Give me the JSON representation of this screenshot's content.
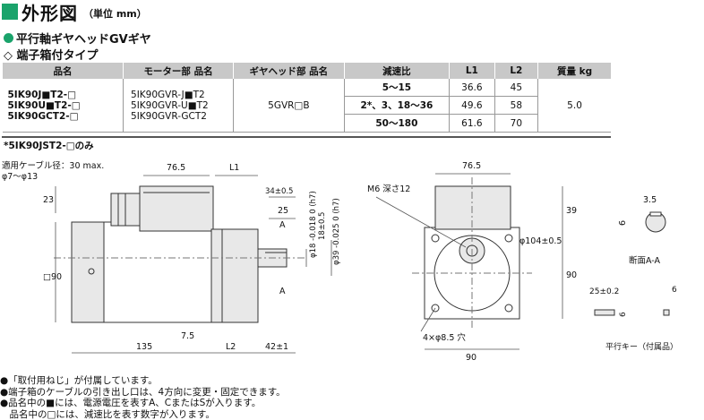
{
  "header": {
    "title": "外形図",
    "unit": "（単位 mm）",
    "subtitle1": "平行軸ギヤヘッドGVギヤ",
    "subtitle2": "◇ 端子箱付タイプ",
    "accent_color": "#1aa36b"
  },
  "table": {
    "columns": [
      "品名",
      "モーター部 品名",
      "ギヤヘッド部 品名",
      "減速比",
      "L1",
      "L2",
      "質量 kg"
    ],
    "product_names": [
      "5IK90J■T2-□",
      "5IK90U■T2-□",
      "5IK90GCT2-□"
    ],
    "motor_names": [
      "5IK90GVR-J■T2",
      "5IK90GVR-U■T2",
      "5IK90GVR-GCT2"
    ],
    "gearhead_name": "5GVR□B",
    "rows": [
      {
        "ratio": "5～15",
        "l1": "36.6",
        "l2": "45"
      },
      {
        "ratio": "2*、3、18～36",
        "l1": "49.6",
        "l2": "58"
      },
      {
        "ratio": "50～180",
        "l1": "61.6",
        "l2": "70"
      }
    ],
    "mass": "5.0",
    "footnote": "*5IK90JST2-□のみ"
  },
  "drawing": {
    "cable_label": "適用ケーブル径：30 max.",
    "cable_dia": "φ7～φ13",
    "dim_23": "23",
    "dim_76_5": "76.5",
    "dim_L1": "L1",
    "dim_34": "34±0.5",
    "dim_25": "25",
    "dim_A": "A",
    "dim_18": "φ18 -0.018 0 (h7)",
    "dim_18b": "18±0.5",
    "dim_39": "φ39 -0.025 0 (h7)",
    "dim_sq90": "□90",
    "dim_135": "135",
    "dim_7_5": "7.5",
    "dim_L2": "L2",
    "dim_42": "42±1",
    "front_76_5": "76.5",
    "m6": "M6 深さ12",
    "phi104": "φ104±0.5",
    "dim_39r": "39",
    "dim_90r": "90",
    "hole": "4×φ8.5 穴",
    "dim_90b": "90",
    "key_3_5": "3.5",
    "key_6": "6",
    "section": "断面A-A",
    "key_25": "25±0.2",
    "key_6a": "6",
    "key_6b": "6",
    "key_label": "平行キー（付属品）"
  },
  "notes": [
    "●「取付用ねじ」が付属しています。",
    "●端子箱のケーブルの引き出し口は、4方向に変更・固定できます。",
    "●品名中の■には、電源電圧を表すA、CまたはSが入ります。",
    "　品名中の□には、減速比を表す数字が入ります。"
  ]
}
